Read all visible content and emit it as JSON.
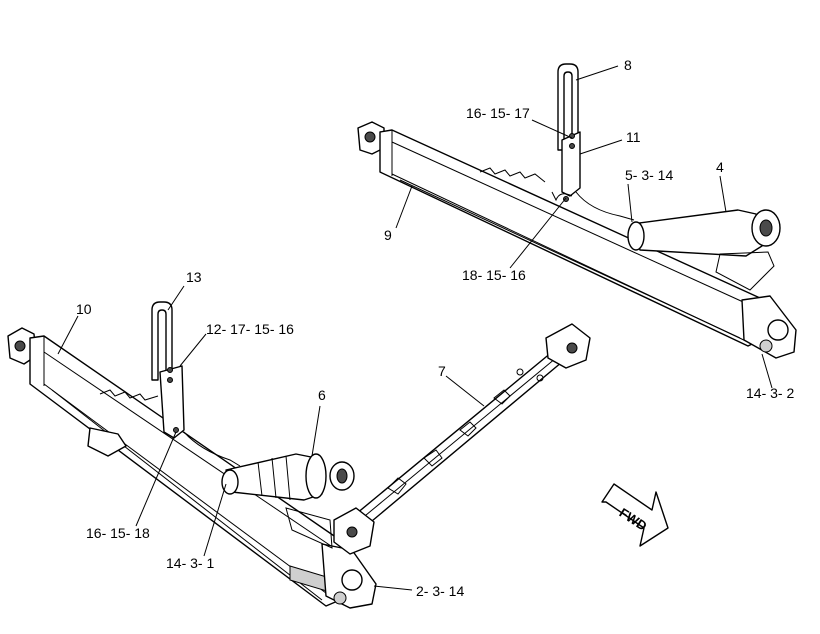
{
  "callouts": {
    "c8": "8",
    "c16_15_17": "16- 15- 17",
    "c11": "11",
    "c5_3_14": "5- 3- 14",
    "c4": "4",
    "c9": "9",
    "c18_15_16": "18- 15- 16",
    "c14_3_2": "14- 3- 2",
    "c13": "13",
    "c10": "10",
    "c12_17_15_16": "12- 17- 15- 16",
    "c7": "7",
    "c6": "6",
    "c16_15_18": "16- 15- 18",
    "c14_3_1": "14- 3- 1",
    "c2_3_14": "2- 3- 14"
  },
  "fwd_arrow_label": "FWD"
}
